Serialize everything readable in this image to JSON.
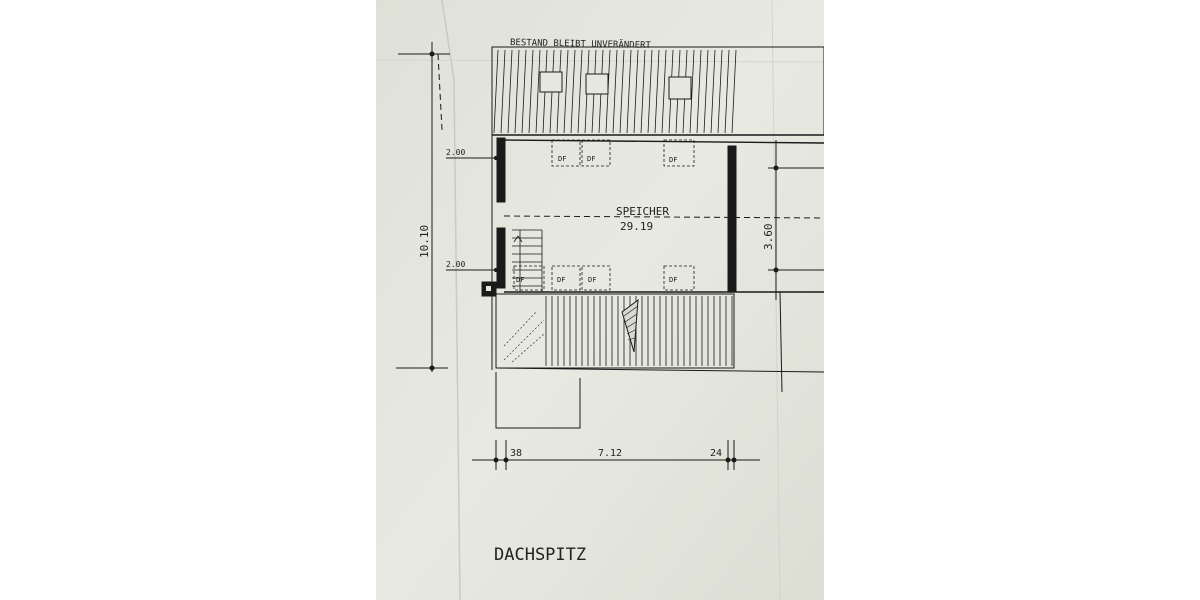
{
  "plan": {
    "header_note": "BESTAND BLEIBT UNVERÄNDERT",
    "room": {
      "name": "SPEICHER",
      "area": "29.19"
    },
    "dims": {
      "height_total": "10.10",
      "side_depth": "3.60",
      "offset_top": "2.00",
      "offset_bottom": "2.00",
      "bottom_left": "38",
      "bottom_main": "7.12",
      "bottom_right": "24"
    },
    "window_label": "DF",
    "title": "DACHSPITZ"
  },
  "colors": {
    "paper": "#e6e8df",
    "ink": "#1a1a1a"
  }
}
